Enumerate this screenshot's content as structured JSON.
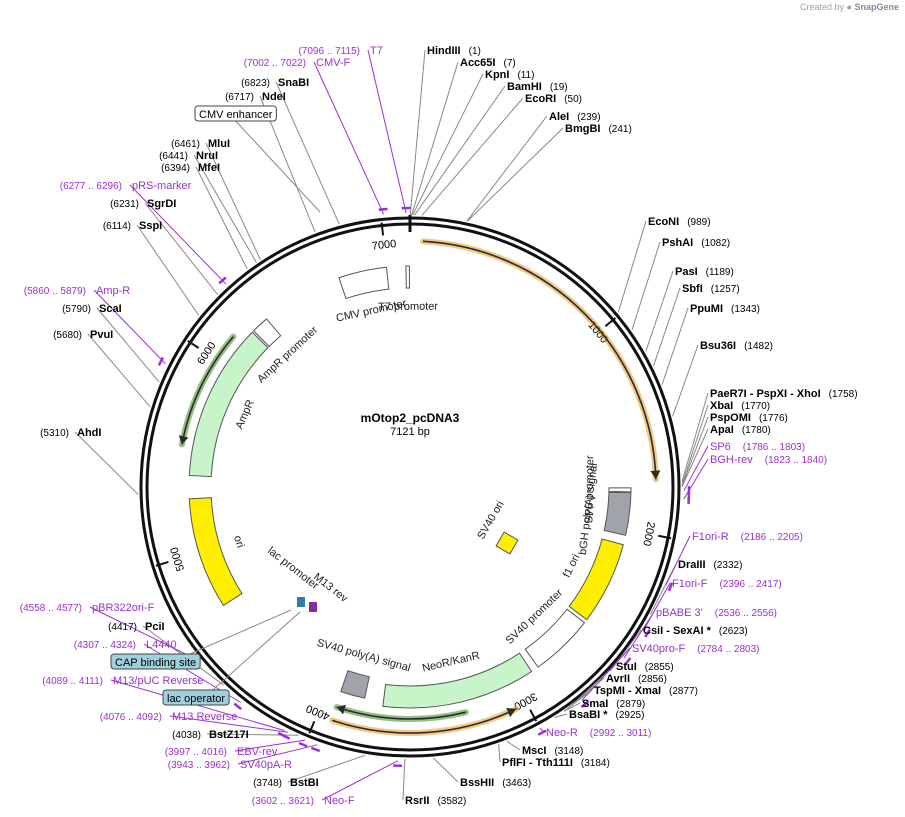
{
  "credit": {
    "prefix": "Created by",
    "brand": "SnapGene"
  },
  "plasmid": {
    "name": "mOtop2_pcDNA3",
    "size_label": "7121 bp",
    "length": 7121
  },
  "ticks": [
    {
      "pos": 1000,
      "label": "1000"
    },
    {
      "pos": 2000,
      "label": "2000"
    },
    {
      "pos": 3000,
      "label": "3000"
    },
    {
      "pos": 4000,
      "label": "4000"
    },
    {
      "pos": 5000,
      "label": "5000"
    },
    {
      "pos": 6000,
      "label": "6000"
    },
    {
      "pos": 7000,
      "label": "7000"
    }
  ],
  "arcs": [
    {
      "label": "orange-cds-a",
      "start": 60,
      "end": 1745,
      "radius": 246,
      "color": "#e59b23",
      "dir": 1
    },
    {
      "label": "orange-cds-b",
      "start": 3055,
      "end": 3925,
      "radius": 246,
      "color": "#e59b23",
      "dir": -1
    },
    {
      "label": "green-cds-a",
      "start": 3285,
      "end": 3925,
      "radius": 232,
      "color": "#3a8a1e",
      "dir": 1
    },
    {
      "label": "green-cds-b",
      "start": 5550,
      "end": 6140,
      "radius": 232,
      "color": "#3a8a1e",
      "dir": -1
    }
  ],
  "features": [
    {
      "id": "cmv-promoter",
      "label": "CMV promoter",
      "start": 6750,
      "end": 7000,
      "radius": 210,
      "color": "#ffffff"
    },
    {
      "id": "t7-promoter",
      "label": "T7 promoter",
      "start": 7100,
      "end": 7118,
      "radius": 210,
      "color": "#ffffff"
    },
    {
      "id": "sp6-promoter",
      "label": "SP6 promoter",
      "start": 1785,
      "end": 1805,
      "radius": 210,
      "color": "#ffffff"
    },
    {
      "id": "bgh-polya",
      "label": "bGH poly(A) signal",
      "start": 1810,
      "end": 2030,
      "radius": 210,
      "color": "#a0a4aa"
    },
    {
      "id": "f1-ori",
      "label": "f1 ori",
      "start": 2080,
      "end": 2510,
      "radius": 210,
      "color": "#ffee00"
    },
    {
      "id": "sv40-promoter",
      "label": "SV40 promoter",
      "start": 2530,
      "end": 2860,
      "radius": 210,
      "color": "#ffffff"
    },
    {
      "id": "neor-kanr",
      "label": "NeoR/KanR",
      "start": 2900,
      "end": 3700,
      "radius": 210,
      "color": "#c7f5c9"
    },
    {
      "id": "sv40-polya",
      "label": "SV40 poly(A) signal",
      "start": 3800,
      "end": 3930,
      "radius": 205,
      "color": "#a0a4aa"
    },
    {
      "id": "ori",
      "label": "ori",
      "start": 4700,
      "end": 5280,
      "radius": 210,
      "color": "#ffee00"
    },
    {
      "id": "ampr",
      "label": "AmpR",
      "start": 5400,
      "end": 6220,
      "radius": 210,
      "color": "#c7f5c9"
    },
    {
      "id": "ampr-promoter",
      "label": "AmpR promoter",
      "start": 6230,
      "end": 6320,
      "radius": 210,
      "color": "#ffffff"
    }
  ],
  "sv40_ori": {
    "label": "SV40 ori"
  },
  "lac_promoter": {
    "label": "lac promoter"
  },
  "m13_rev": {
    "label": "M13 rev"
  },
  "sites": [
    {
      "name": "HindIII",
      "pos": "(1)",
      "bp": 1
    },
    {
      "name": "Acc65I",
      "pos": "(7)",
      "bp": 7
    },
    {
      "name": "KpnI",
      "pos": "(11)",
      "bp": 11
    },
    {
      "name": "BamHI",
      "pos": "(19)",
      "bp": 19
    },
    {
      "name": "EcoRI",
      "pos": "(50)",
      "bp": 50
    },
    {
      "name": "AleI",
      "pos": "(239)",
      "bp": 239
    },
    {
      "name": "BmgBI",
      "pos": "(241)",
      "bp": 241
    },
    {
      "name": "EcoNI",
      "pos": "(989)",
      "bp": 989
    },
    {
      "name": "PshAI",
      "pos": "(1082)",
      "bp": 1082
    },
    {
      "name": "PasI",
      "pos": "(1189)",
      "bp": 1189
    },
    {
      "name": "SbfI",
      "pos": "(1257)",
      "bp": 1257
    },
    {
      "name": "PpuMI",
      "pos": "(1343)",
      "bp": 1343
    },
    {
      "name": "Bsu36I",
      "pos": "(1482)",
      "bp": 1482
    },
    {
      "name": "PaeR7I  - PspXI  - XhoI",
      "pos": "(1758)",
      "bp": 1758
    },
    {
      "name": "XbaI",
      "pos": "(1770)",
      "bp": 1770
    },
    {
      "name": "PspOMI",
      "pos": "(1776)",
      "bp": 1776
    },
    {
      "name": "ApaI",
      "pos": "(1780)",
      "bp": 1780
    },
    {
      "name": "DraIII",
      "pos": "(2332)",
      "bp": 2332
    },
    {
      "name": "CsiI  - SexAI *",
      "pos": "(2623)",
      "bp": 2623
    },
    {
      "name": "StuI",
      "pos": "(2855)",
      "bp": 2855
    },
    {
      "name": "AvrII",
      "pos": "(2856)",
      "bp": 2856
    },
    {
      "name": "TspMI  - XmaI",
      "pos": "(2877)",
      "bp": 2877
    },
    {
      "name": "SmaI",
      "pos": "(2879)",
      "bp": 2879
    },
    {
      "name": "BsaBI *",
      "pos": "(2925)",
      "bp": 2925
    },
    {
      "name": "MscI",
      "pos": "(3148)",
      "bp": 3148
    },
    {
      "name": "PflFI  - Tth111I",
      "pos": "(3184)",
      "bp": 3184
    },
    {
      "name": "BssHII",
      "pos": "(3463)",
      "bp": 3463
    },
    {
      "name": "RsrII",
      "pos": "(3582)",
      "bp": 3582
    },
    {
      "name": "BstBI",
      "pos": "(3748)",
      "bp": 3748
    },
    {
      "name": "BstZ17I",
      "pos": "(4038)",
      "bp": 4038
    },
    {
      "name": "PciI",
      "pos": "(4417)",
      "bp": 4417
    },
    {
      "name": "AhdI",
      "pos": "(5310)",
      "bp": 5310
    },
    {
      "name": "PvuI",
      "pos": "(5680)",
      "bp": 5680
    },
    {
      "name": "ScaI",
      "pos": "(5790)",
      "bp": 5790
    },
    {
      "name": "SspI",
      "pos": "(6114)",
      "bp": 6114
    },
    {
      "name": "SgrDI",
      "pos": "(6231)",
      "bp": 6231
    },
    {
      "name": "MfeI",
      "pos": "(6394)",
      "bp": 6394
    },
    {
      "name": "NruI",
      "pos": "(6441)",
      "bp": 6441
    },
    {
      "name": "MluI",
      "pos": "(6461)",
      "bp": 6461
    },
    {
      "name": "NdeI",
      "pos": "(6717)",
      "bp": 6717
    },
    {
      "name": "SnaBI",
      "pos": "(6823)",
      "bp": 6823
    }
  ],
  "primers": [
    {
      "name": "T7",
      "pos": "(7096 .. 7115)",
      "bp": 7105
    },
    {
      "name": "CMV-F",
      "pos": "(7002 .. 7022)",
      "bp": 7012
    },
    {
      "name": "pRS-marker",
      "pos": "(6277 .. 6296)",
      "bp": 6286
    },
    {
      "name": "Amp-R",
      "pos": "(5860 .. 5879)",
      "bp": 5870
    },
    {
      "name": "SP6",
      "pos": "(1786 .. 1803)",
      "bp": 1795
    },
    {
      "name": "BGH-rev",
      "pos": "(1823 .. 1840)",
      "bp": 1831
    },
    {
      "name": "F1ori-R",
      "pos": "(2186 .. 2205)",
      "bp": 2195
    },
    {
      "name": "F1ori-F",
      "pos": "(2396 .. 2417)",
      "bp": 2406
    },
    {
      "name": "pBABE 3'",
      "pos": "(2536 .. 2556)",
      "bp": 2546
    },
    {
      "name": "SV40pro-F",
      "pos": "(2784 .. 2803)",
      "bp": 2793
    },
    {
      "name": "Neo-R",
      "pos": "(2992 .. 3011)",
      "bp": 3001
    },
    {
      "name": "Neo-F",
      "pos": "(3602 .. 3621)",
      "bp": 3611
    },
    {
      "name": "SV40pA-R",
      "pos": "(3943 .. 3962)",
      "bp": 3952
    },
    {
      "name": "EBV-rev",
      "pos": "(3997 .. 4016)",
      "bp": 4006
    },
    {
      "name": "M13 Reverse",
      "pos": "(4076 .. 4092)",
      "bp": 4084
    },
    {
      "name": "M13/pUC Reverse",
      "pos": "(4089 .. 4111)",
      "bp": 4100
    },
    {
      "name": "L4440",
      "pos": "(4307 .. 4324)",
      "bp": 4315
    },
    {
      "name": "pBR322ori-F",
      "pos": "(4558 .. 4577)",
      "bp": 4567
    }
  ],
  "boxes": [
    {
      "label": "CMV enhancer",
      "color": "#ffffff"
    },
    {
      "label": "CAP binding site",
      "color": "#9fd0dc"
    },
    {
      "label": "lac operator",
      "color": "#9fd0dc"
    }
  ]
}
